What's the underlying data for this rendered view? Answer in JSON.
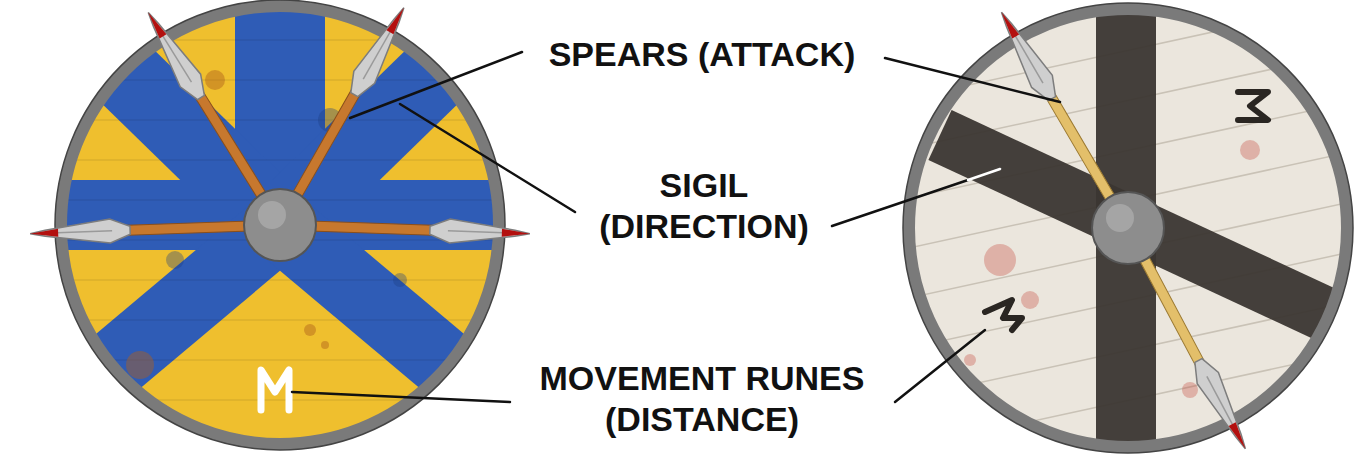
{
  "diagram": {
    "labels": [
      "SPEARS (ATTACK)",
      "SIGIL (DIRECTION)",
      "MOVEMENT RUNES (DISTANCE)"
    ]
  }
}
